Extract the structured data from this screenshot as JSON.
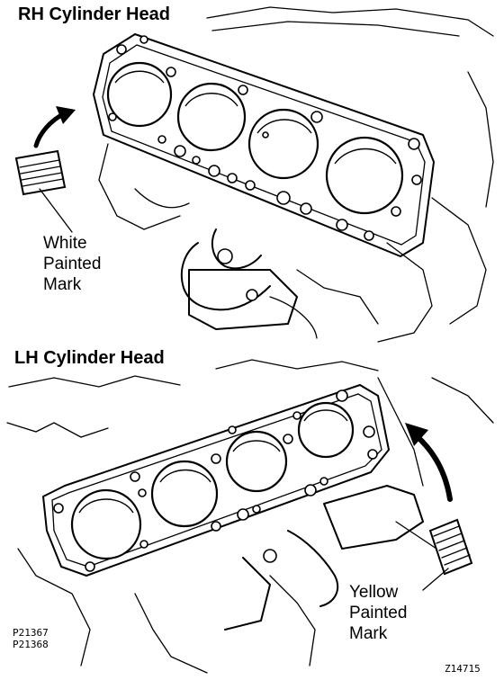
{
  "rh_section": {
    "title": "RH Cylinder Head",
    "mark_label_lines": [
      "White",
      "Painted",
      "Mark"
    ]
  },
  "lh_section": {
    "title": "LH Cylinder Head",
    "mark_label_lines": [
      "Yellow",
      "Painted",
      "Mark"
    ]
  },
  "part_codes": [
    "P21367",
    "P21368"
  ],
  "figure_code": "Z14715"
}
